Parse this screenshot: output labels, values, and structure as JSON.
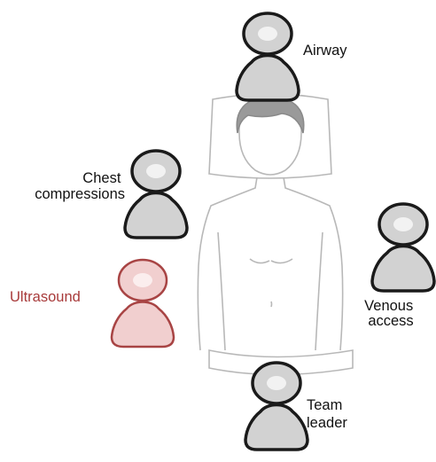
{
  "roles": {
    "airway": {
      "lines": [
        "Airway"
      ]
    },
    "chest_compressions": {
      "lines": [
        "Chest",
        "compressions"
      ]
    },
    "ultrasound": {
      "lines": [
        "Ultrasound"
      ],
      "highlighted": true
    },
    "venous_access": {
      "lines": [
        "Venous",
        "access"
      ]
    },
    "team_leader": {
      "lines": [
        "Team",
        "leader"
      ]
    }
  },
  "colors": {
    "person_fill": "#d2d2d2",
    "person_outline": "#1a1a1a",
    "ultrasound_fill": "#f1cfcf",
    "ultrasound_outline": "#a84444",
    "ultrasound_text": "#a83a3a",
    "patient_line": "#b8b8b8",
    "hair": "#9a9a9a"
  }
}
